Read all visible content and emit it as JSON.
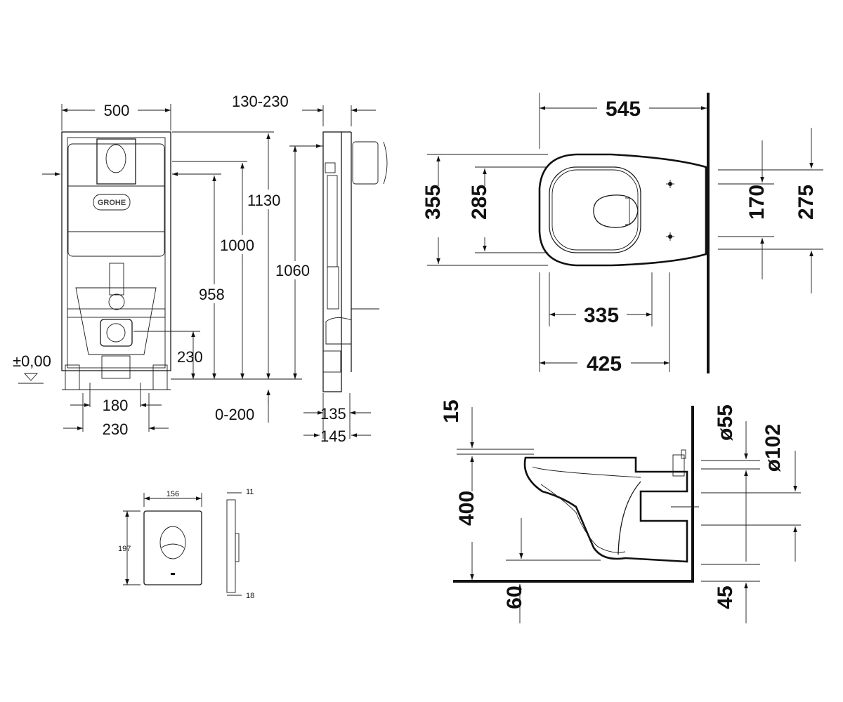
{
  "frame_drawing": {
    "width": "500",
    "depth_range": "130-230",
    "height_total": "1130",
    "height_1000": "1000",
    "height_958": "958",
    "height_1060": "1060",
    "height_230": "230",
    "zero_level": "±0,00",
    "feet_180": "180",
    "feet_230": "230",
    "adjust_range": "0-200",
    "depth_135": "135",
    "depth_145": "145",
    "brand_logo": "GROHE"
  },
  "flush_plate": {
    "width": "156",
    "height": "197",
    "thickness": "11",
    "depth": "18"
  },
  "top_view": {
    "length": "545",
    "width_outer": "355",
    "width_inner": "285",
    "inner_length": "335",
    "outer_length": "425",
    "bolt_spacing": "170",
    "rear_width": "275"
  },
  "side_view": {
    "rim_offset": "15",
    "height": "400",
    "floor_gap": "60",
    "pipe_55": "ø55",
    "pipe_102": "ø102",
    "bottom_45": "45"
  }
}
